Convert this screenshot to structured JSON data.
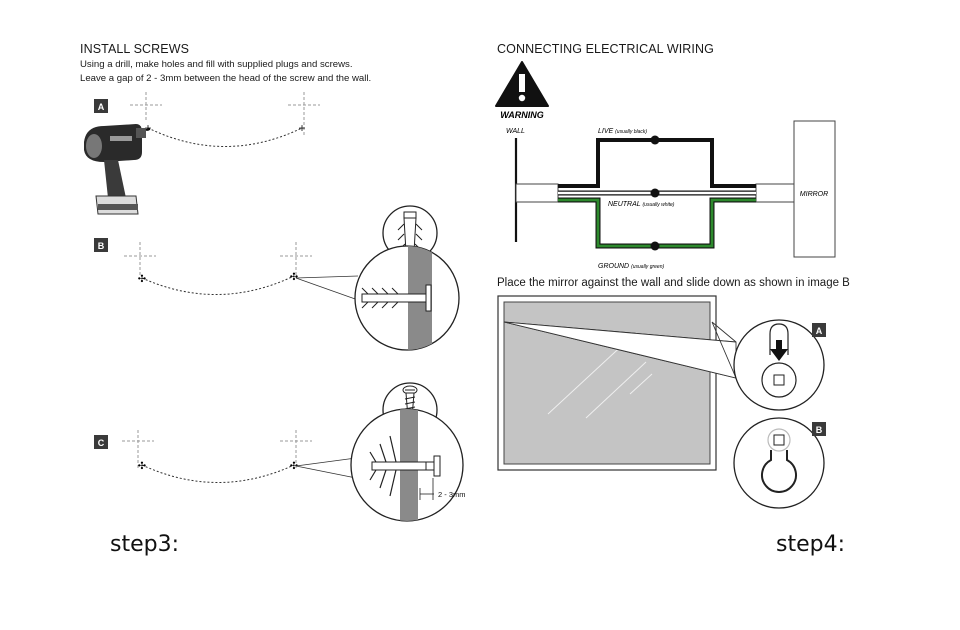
{
  "install": {
    "title": "INSTALL SCREWS",
    "line1": "Using a drill, make holes and fill with supplied plugs and screws.",
    "line2": "Leave a gap of 2 - 3mm between the head of the screw and the wall.",
    "step_a": "A",
    "step_b": "B",
    "step_c": "C",
    "gap_label": "2 - 3mm"
  },
  "wiring": {
    "title": "CONNECTING ELECTRICAL WIRING",
    "warning": "WARNING",
    "wall": "WALL",
    "mirror": "MIRROR",
    "live": "LIVE",
    "live_note": "(usually black)",
    "neutral": "NEUTRAL",
    "neutral_note": "(usually white)",
    "ground": "GROUND",
    "ground_note": "(usually green)",
    "colors": {
      "live": "#111111",
      "neutral": "#ffffff",
      "ground": "#2d8a2d"
    }
  },
  "mount": {
    "instruction": "Place the mirror against the wall and slide down as shown in image B",
    "label_a": "A",
    "label_b": "B"
  },
  "steps": {
    "left": "step3:",
    "right": "step4:"
  }
}
